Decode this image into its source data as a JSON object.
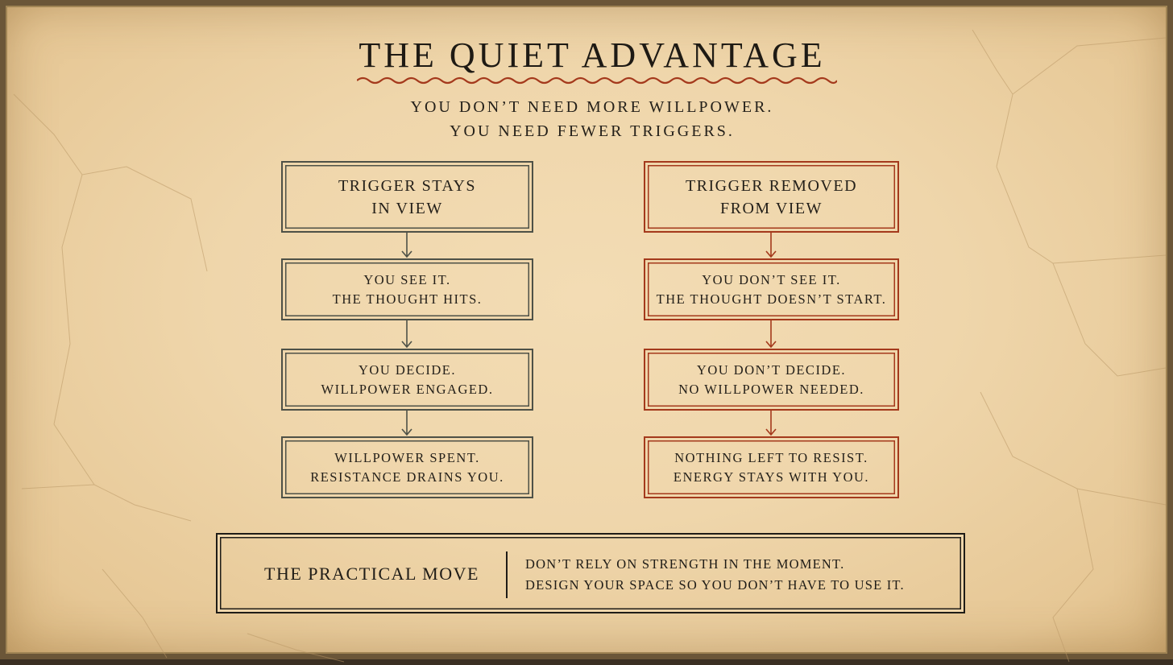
{
  "title": "THE QUIET ADVANTAGE",
  "subtitle": {
    "line1": "YOU DON’T NEED MORE WILLPOWER.",
    "line2": "YOU NEED FEWER TRIGGERS."
  },
  "colors": {
    "left_accent": "#4e5147",
    "right_accent": "#a4391c",
    "title_underline": "#a4391c",
    "paper": "#efd6ab",
    "ink": "#1f1c17"
  },
  "left_column": {
    "header": {
      "line1": "TRIGGER STAYS",
      "line2": "IN VIEW"
    },
    "steps": [
      {
        "line1": "YOU SEE IT.",
        "line2": "THE THOUGHT HITS."
      },
      {
        "line1": "YOU DECIDE.",
        "line2": "WILLPOWER ENGAGED."
      },
      {
        "line1": "WILLPOWER SPENT.",
        "line2": "RESISTANCE DRAINS YOU."
      }
    ]
  },
  "right_column": {
    "header": {
      "line1": "TRIGGER REMOVED",
      "line2": "FROM VIEW"
    },
    "steps": [
      {
        "line1": "YOU DON’T SEE IT.",
        "line2": "THE THOUGHT DOESN’T START."
      },
      {
        "line1": "YOU DON’T DECIDE.",
        "line2": "NO WILLPOWER NEEDED."
      },
      {
        "line1": "NOTHING LEFT TO RESIST.",
        "line2": "ENERGY STAYS WITH YOU."
      }
    ]
  },
  "practical": {
    "label": "THE PRACTICAL MOVE",
    "line1": "DON’T RELY ON STRENGTH IN THE MOMENT.",
    "line2": "DESIGN YOUR SPACE SO YOU DON’T HAVE TO USE IT."
  }
}
